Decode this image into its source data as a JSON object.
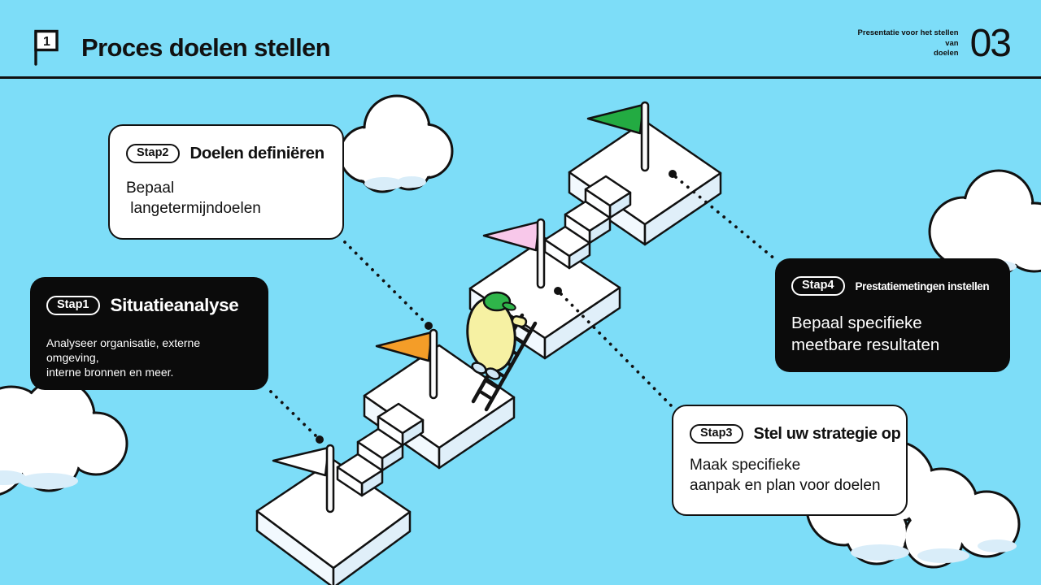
{
  "colors": {
    "background": "#7DDDF8",
    "ink": "#111111",
    "card_light_bg": "#FFFFFF",
    "card_dark_bg": "#0B0B0B",
    "flag_platform_1": "#FFFFFF",
    "flag_platform_2": "#F49D28",
    "flag_platform_3": "#F8C8EA",
    "flag_platform_4": "#23AB42",
    "character_body": "#F6F1A3",
    "character_cap": "#2FB54A",
    "platform_top": "#FFFFFF",
    "platform_side_left": "#F2F9FE",
    "platform_side_right": "#E0EFF9"
  },
  "header": {
    "icon": "flag-number-icon",
    "icon_number": "1",
    "title": "Proces doelen stellen",
    "subtitle": "Presentatie voor het stellen van\ndoelen",
    "page_number": "03"
  },
  "steps": [
    {
      "badge": "Stap1",
      "title": "Situatieanalyse",
      "body": "Analyseer organisatie, externe omgeving,\ninterne bronnen en meer.",
      "theme": "dark"
    },
    {
      "badge": "Stap2",
      "title": "Doelen definiëren",
      "body": "Bepaal\n langetermijndoelen",
      "theme": "light"
    },
    {
      "badge": "Stap3",
      "title": "Stel uw strategie op",
      "body": "Maak specifieke\naanpak en plan voor doelen",
      "theme": "light"
    },
    {
      "badge": "Stap4",
      "title": "Prestatiemetingen instellen",
      "body": "Bepaal specifieke\nmeetbare resultaten",
      "theme": "dark"
    }
  ],
  "illustration": {
    "description": "Isometric staircase platforms with flags and a character climbing a ladder, connected by dotted lines to the four step cards",
    "platform_count": 4,
    "flags": [
      {
        "name": "flag-platform-1",
        "color": "#FFFFFF"
      },
      {
        "name": "flag-platform-2",
        "color": "#F49D28"
      },
      {
        "name": "flag-platform-3",
        "color": "#F8C8EA"
      },
      {
        "name": "flag-platform-4",
        "color": "#23AB42"
      }
    ]
  }
}
